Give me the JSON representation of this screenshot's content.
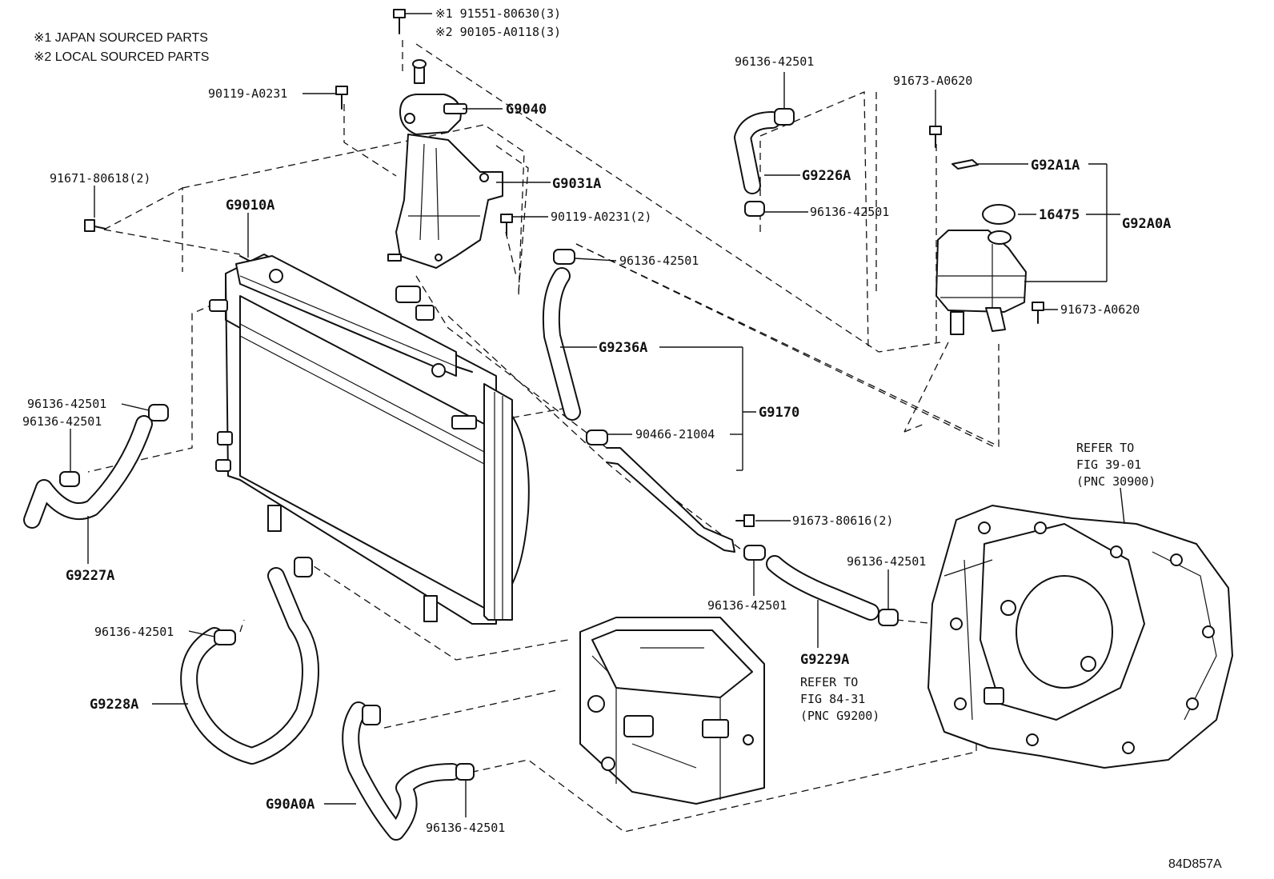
{
  "notes": {
    "japan": "※1 JAPAN SOURCED PARTS",
    "local": "※2 LOCAL SOURCED PARTS"
  },
  "labels": {
    "bolt_jp": "※1 91551-80630(3)",
    "bolt_local": "※2 90105-A0118(3)",
    "bolt_90119_a": "90119-A0231",
    "g9040": "G9040",
    "g9031a": "G9031A",
    "bolt_90119_b": "90119-A0231(2)",
    "screw_91671": "91671-80618(2)",
    "g9010a": "G9010A",
    "clamp_top_1": "96136-42501",
    "g9226a": "G9226A",
    "clamp_top_2": "96136-42501",
    "clamp_mid_1": "96136-42501",
    "g9236a": "G9236A",
    "g9170": "G9170",
    "clip_90466": "90466-21004",
    "bolt_91673_top": "91673-A0620",
    "g92a1a": "G92A1A",
    "cap_16475": "16475",
    "g92a0a": "G92A0A",
    "bolt_91673_right": "91673-A0620",
    "clamp_left_1": "96136-42501",
    "clamp_left_2": "96136-42501",
    "g9227a": "G9227A",
    "bolt_91673_80616": "91673-80616(2)",
    "clamp_mid_2": "96136-42501",
    "clamp_right": "96136-42501",
    "g9229a": "G9229A",
    "clamp_lower_left": "96136-42501",
    "g9228a": "G9228A",
    "g90a0a": "G90A0A",
    "clamp_bottom": "96136-42501",
    "refer_39_1": "REFER TO",
    "refer_39_2": "FIG 39-01",
    "refer_39_3": "(PNC 30900)",
    "refer_84_1": "REFER TO",
    "refer_84_2": "FIG 84-31",
    "refer_84_3": "(PNC G9200)",
    "figure_id": "84D857A"
  }
}
